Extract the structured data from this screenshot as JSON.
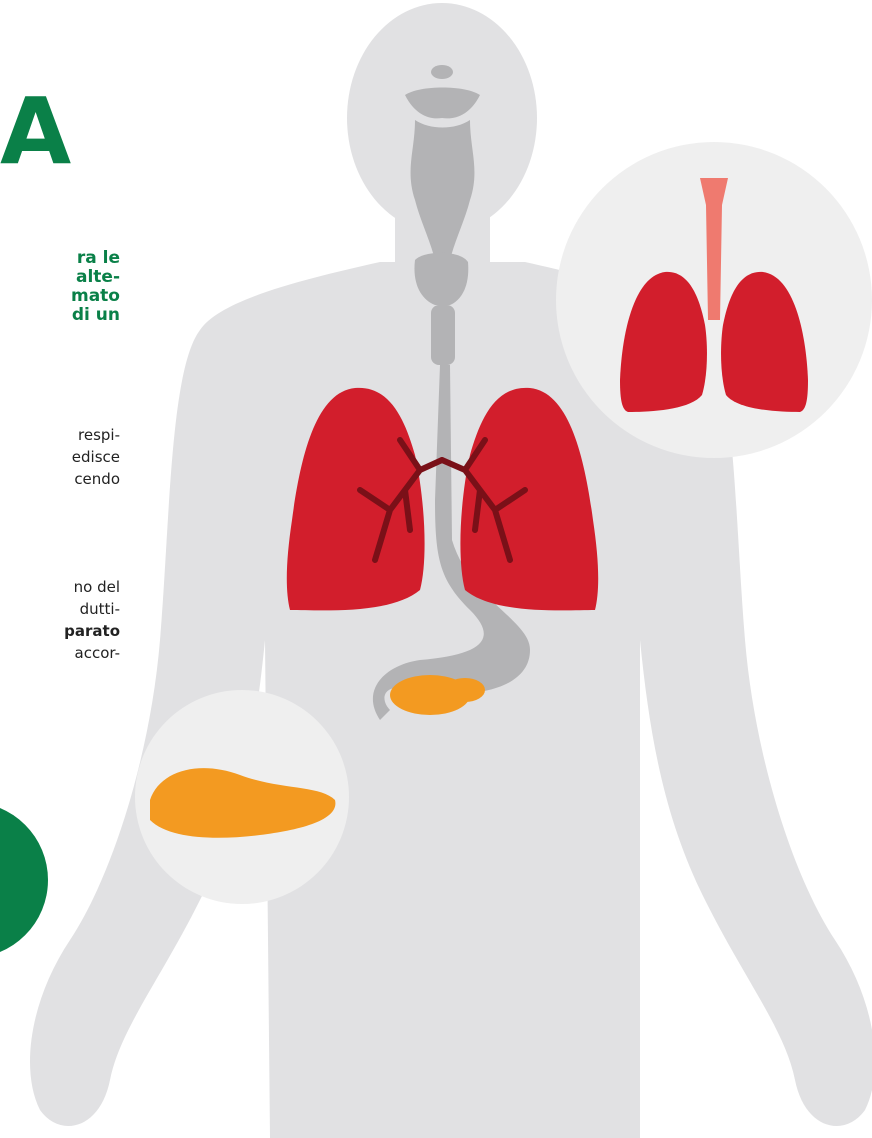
{
  "heading": "A",
  "lead": [
    "ra le",
    "alte-",
    "mato",
    "di un"
  ],
  "paragraph1": [
    "respi-",
    "edisce",
    "cendo"
  ],
  "paragraph2": [
    "no del",
    "dutti-",
    "parato",
    "accor-"
  ],
  "paragraph2_bold_line": 2,
  "colors": {
    "green": "#0a8048",
    "silhouette": "#e1e1e3",
    "lung": "#d21e2c",
    "lung_dark": "#a3131f",
    "pancreas": "#f39a21",
    "trachea": "#ef7a6f"
  }
}
